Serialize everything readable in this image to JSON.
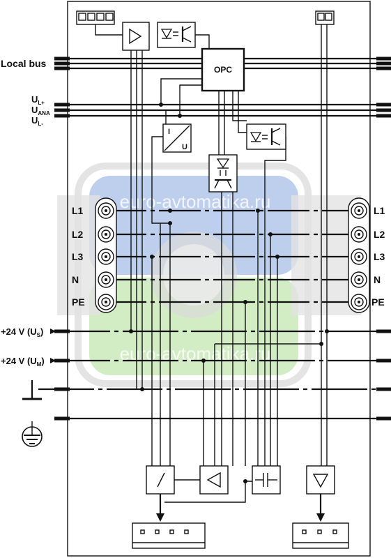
{
  "labels": {
    "local_bus": "Local bus",
    "ul_plus": "U",
    "ul_plus_sub": "L+",
    "uana": "U",
    "uana_sub": "ANA",
    "ul_minus": "U",
    "ul_minus_sub": "L-",
    "opc": "OPC",
    "converter_i": "I",
    "converter_u": "U",
    "phases_left": [
      "L1",
      "L2",
      "L3",
      "N",
      "PE"
    ],
    "phases_right": [
      "L1",
      "L2",
      "L3",
      "N",
      "PE"
    ],
    "us_prefix": "+24 V (U",
    "us_sub": "S",
    "um_prefix": "+24 V (U",
    "um_sub": "M",
    "suffix": ")"
  },
  "watermark": {
    "top": "euro-avtomatika.ru",
    "bottom": "euro-avtomatika.ru"
  },
  "colors": {
    "line": "#111111",
    "watermark_blue": "#9fb7e4",
    "watermark_green": "#b9e3a3",
    "watermark_gray": "#d7d7d7"
  }
}
